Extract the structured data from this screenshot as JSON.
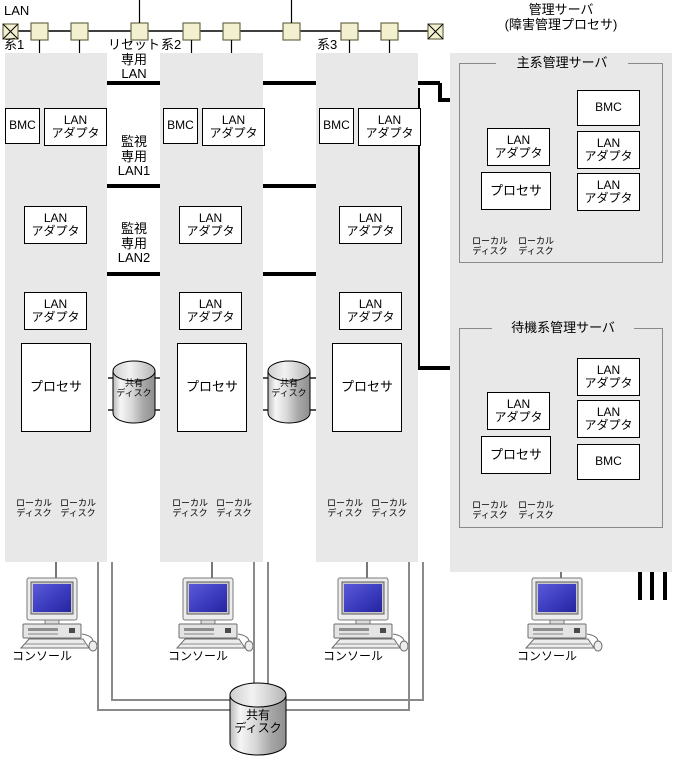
{
  "diagram": {
    "title_hidden": "",
    "top_bus": {
      "label": "LAN",
      "terminator_left": "x-terminator",
      "terminator_right": "x-terminator",
      "node_count": 8
    },
    "system_labels": [
      {
        "text": "系1"
      },
      {
        "text": "系2"
      },
      {
        "text": "系3"
      }
    ],
    "bus_labels": [
      {
        "lines": [
          "リセット",
          "専用",
          "LAN"
        ]
      },
      {
        "lines": [
          "監視",
          "専用",
          "LAN1"
        ]
      },
      {
        "lines": [
          "監視",
          "専用",
          "LAN2"
        ]
      }
    ],
    "mgmt": {
      "title_line1": "管理サーバ",
      "title_line2": "(障害管理プロセサ)",
      "active_label": "主系管理サーバ",
      "standby_label": "待機系管理サーバ"
    },
    "components": {
      "bmc": "BMC",
      "lan_adapter_line1": "LAN",
      "lan_adapter_line2": "アダプタ",
      "processor": "プロセサ",
      "local_disk_line1": "ローカル",
      "local_disk_line2": "ディスク",
      "shared_disk_line1": "共有",
      "shared_disk_line2": "ディスク",
      "console": "コンソール"
    },
    "systems": [
      {
        "name": "系1",
        "bmc": "BMC",
        "lan_adapters": [
          "LAN アダプタ",
          "LAN アダプタ",
          "LAN アダプタ"
        ],
        "processor": "プロセサ",
        "local_disks": [
          "ローカル ディスク",
          "ローカル ディスク"
        ],
        "console": "コンソール"
      },
      {
        "name": "系2",
        "bmc": "BMC",
        "lan_adapters": [
          "LAN アダプタ",
          "LAN アダプタ",
          "LAN アダプタ"
        ],
        "processor": "プロセサ",
        "local_disks": [
          "ローカル ディスク",
          "ローカル ディスク"
        ],
        "console": "コンソール"
      },
      {
        "name": "系3",
        "bmc": "BMC",
        "lan_adapters": [
          "LAN アダプタ",
          "LAN アダプタ",
          "LAN アダプタ"
        ],
        "processor": "プロセサ",
        "local_disks": [
          "ローカル ディスク",
          "ローカル ディスク"
        ],
        "console": "コンソール"
      }
    ],
    "inter_system_shared_disks": [
      {
        "line1": "共有",
        "line2": "ディスク"
      },
      {
        "line1": "共有",
        "line2": "ディスク"
      }
    ],
    "bottom_shared_disk": {
      "line1": "共有",
      "line2": "ディスク"
    },
    "mgmt_servers": [
      {
        "title": "主系管理サーバ",
        "lan_adapter": "LAN アダプタ",
        "processor": "プロセサ",
        "local_disks": [
          "ローカル ディスク",
          "ローカル ディスク"
        ],
        "right_stack": [
          "BMC",
          "LAN アダプタ",
          "LAN アダプタ"
        ]
      },
      {
        "title": "待機系管理サーバ",
        "lan_adapter": "LAN アダプタ",
        "processor": "プロセサ",
        "local_disks": [
          "ローカル ディスク",
          "ローカル ディスク"
        ],
        "right_stack": [
          "LAN アダプタ",
          "LAN アダプタ",
          "BMC"
        ]
      }
    ],
    "mgmt_console": "コンソール",
    "colors": {
      "panel_bg": "#e8e8e8",
      "node_fill": "#f2f0cf",
      "node_stroke": "#6b6b4a",
      "line": "#000000",
      "thin_line": "#595959",
      "disk_light": "#f4f4f4",
      "disk_dark": "#9c9c9c",
      "screen_blue": "#3b3bbf",
      "monitor_body": "#e6e6e6"
    }
  }
}
